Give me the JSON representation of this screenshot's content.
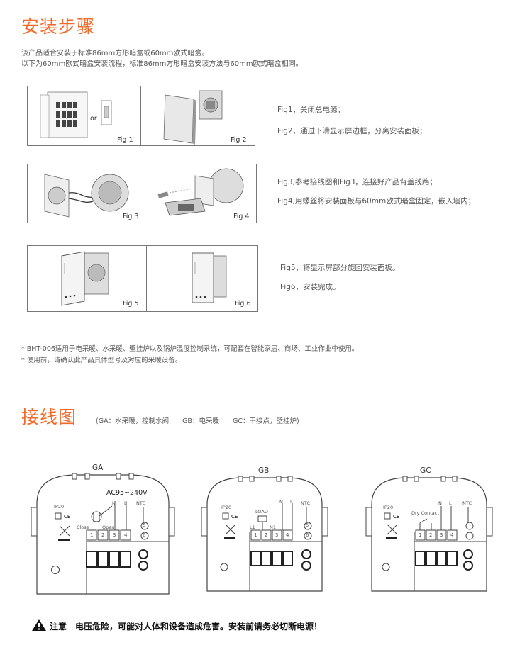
{
  "install": {
    "title": "安装步骤",
    "intro_line1": "该产品适合安装于标准86mm方形暗盒或60mm欧式暗盒。",
    "intro_line2": "以下为60mm欧式暗盒安装流程，标准86mm方形暗盒安装方法与60mm欧式暗盒相同。",
    "fig_labels": [
      "Fig 1",
      "Fig 2",
      "Fig 3",
      "Fig 4",
      "Fig 5",
      "Fig 6"
    ],
    "or_text": "or",
    "captions": [
      "Fig1，关闭总电源；",
      "Fig2，通过下滑显示屏边框，分离安装面板；",
      "Fig3,参考接线图和Fig3，连接好产品背盖线路；",
      "Fig4,用螺丝将安装面板与60mm欧式暗盒固定，嵌入墙内；",
      "Fig5，将显示屏部分旋回安装面板。",
      "Fig6，安装完成。"
    ],
    "note1": "* BHT-006适用于电采暖、水采暖、壁挂炉以及锅炉温度控制系统，可配套在智能家居、商场、工业作业中使用。",
    "note2": "* 使用前，请确认此产品具体型号及对应的采暖设备。"
  },
  "wiring": {
    "title": "接线图",
    "legend": "(GA：水采暖，控制水阀　　GB：电采暖　　GC：干接点，壁挂炉)",
    "diagrams": [
      {
        "name": "GA",
        "extra_label": "AC95~240V",
        "close": "Close",
        "open": "Open",
        "ip": "IP20",
        "ce": "CE",
        "n": "N",
        "l": "L",
        "ntc": "NTC",
        "t1": "1",
        "t2": "2",
        "t3": "3",
        "t4": "4",
        "t5": "5",
        "t6": "6"
      },
      {
        "name": "GB",
        "load": "LOAD",
        "l1": "L1",
        "n1": "N1",
        "ip": "IP20",
        "ce": "CE",
        "n": "N",
        "l": "L",
        "ntc": "NTC",
        "t1": "1",
        "t2": "2",
        "t3": "3",
        "t4": "4",
        "t5": "5",
        "t6": "6"
      },
      {
        "name": "GC",
        "dry": "Dry Contact",
        "ip": "IP20",
        "ce": "CE",
        "n": "N",
        "l": "L",
        "ntc": "NTC",
        "t1": "1",
        "t2": "2",
        "t3": "3",
        "t4": "4"
      }
    ]
  },
  "warning": {
    "text": "注意　电压危险，可能对人体和设备造成危害。安装前请务必切断电源！"
  },
  "colors": {
    "accent": "#f26a2a",
    "text": "#555555"
  }
}
